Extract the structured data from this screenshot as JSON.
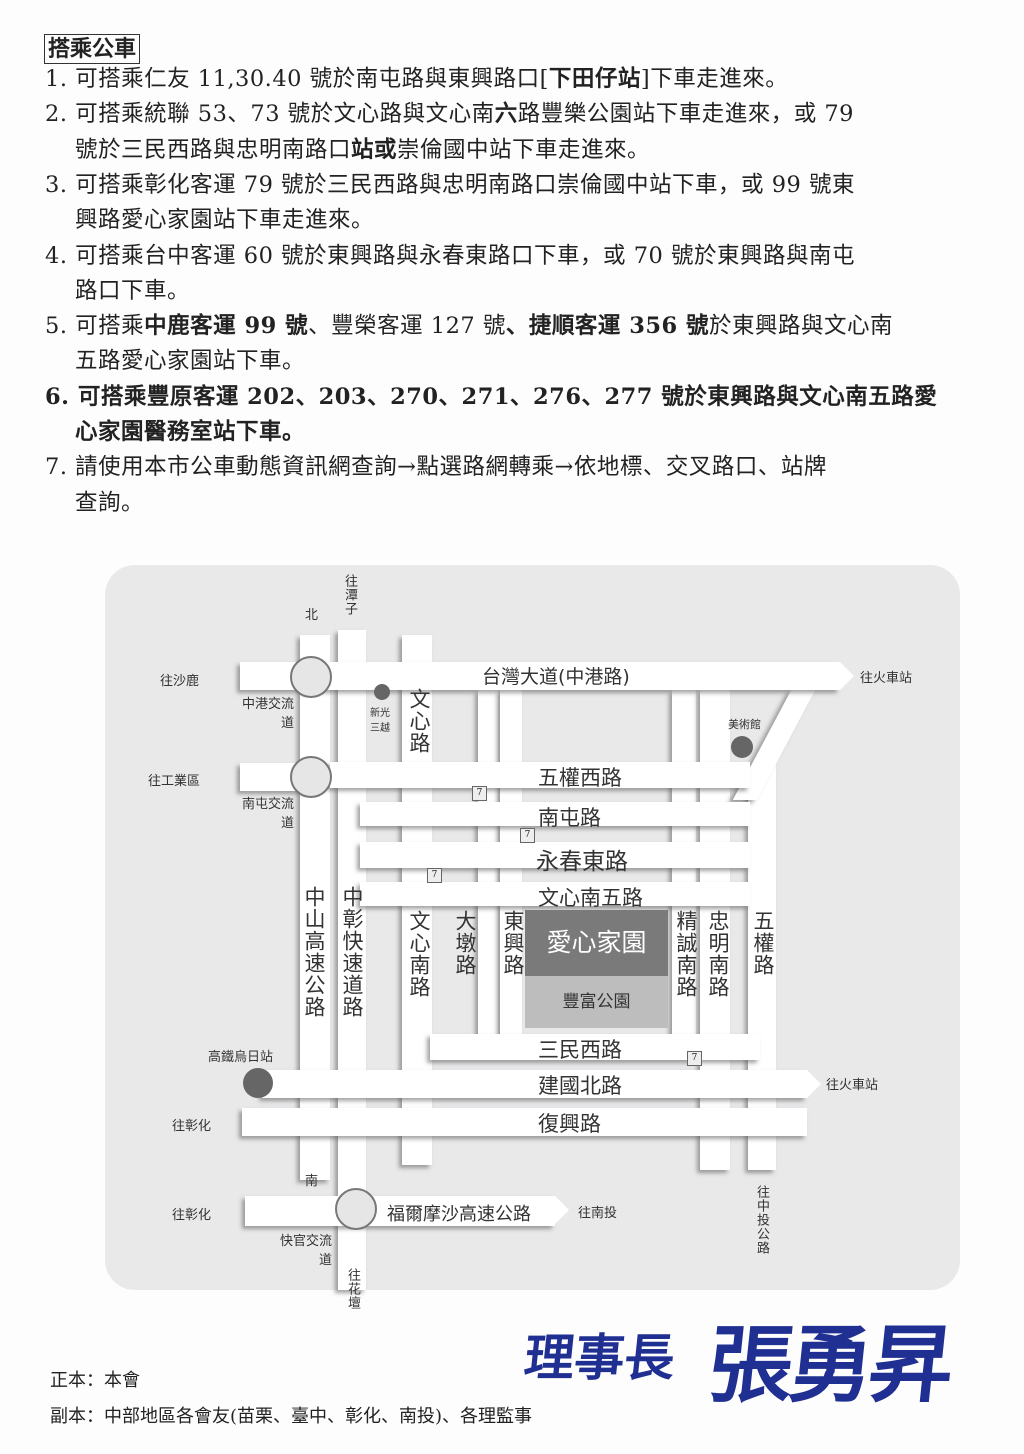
{
  "heading": "搭乘公車",
  "items": [
    {
      "lines": [
        [
          {
            "t": "1. 可搭乘仁友 11,30.40 號於南屯路與東興路口["
          },
          {
            "t": "下田仔站",
            "b": true
          },
          {
            "t": "]下車走進來。"
          }
        ]
      ]
    },
    {
      "lines": [
        [
          {
            "t": "2. 可搭乘統聯 53、73 號於文心路與文心南"
          },
          {
            "t": "六",
            "b": true
          },
          {
            "t": "路豐樂公園站下車走進來，或 79"
          }
        ],
        [
          {
            "t": "號於三民西路與忠明南路口"
          },
          {
            "t": "站或",
            "b": true
          },
          {
            "t": "崇倫國中站下車走進來。"
          }
        ]
      ]
    },
    {
      "lines": [
        [
          {
            "t": "3. 可搭乘彰化客運 79 號於三民西路與忠明南路口崇倫國中站下車，或 99 號東"
          }
        ],
        [
          {
            "t": "興路愛心家園站下車走進來。"
          }
        ]
      ]
    },
    {
      "lines": [
        [
          {
            "t": "4. 可搭乘台中客運 60 號於東興路與永春東路口下車，或 70 號於東興路與南屯"
          }
        ],
        [
          {
            "t": "路口下車。"
          }
        ]
      ]
    },
    {
      "lines": [
        [
          {
            "t": "5. 可搭乘"
          },
          {
            "t": "中鹿客運 99 號",
            "b": true
          },
          {
            "t": "、豐榮客運 127 號"
          },
          {
            "t": "、捷順客運 356 號",
            "b": true
          },
          {
            "t": "於東興路與文心南"
          }
        ],
        [
          {
            "t": "五路愛心家園站下車。"
          }
        ]
      ]
    },
    {
      "lines": [
        [
          {
            "t": "6. 可搭乘豐原客運 202、203、270、271、276、277 號於東興路與文心南五路愛",
            "b": true
          }
        ],
        [
          {
            "t": "心家園醫務室站下車。",
            "b": true
          }
        ]
      ]
    },
    {
      "lines": [
        [
          {
            "t": "7. 請使用本市公車動態資訊網查詢→點選路網轉乘→依地標、交叉路口、站牌"
          }
        ],
        [
          {
            "t": "查詢。"
          }
        ]
      ]
    }
  ],
  "map": {
    "north": "北",
    "south": "南",
    "to_tanzi": "往潭子",
    "to_shalu": "往沙鹿",
    "to_industrial": "往工業區",
    "to_station_top": "往火車站",
    "to_station_bottom": "往火車站",
    "to_changhua_1": "往彰化",
    "to_changhua_2": "往彰化",
    "to_nantou": "往南投",
    "to_huatan": "往花壇",
    "to_zhongtou": "往中投公路",
    "zhonggang_ic": "中港交流道",
    "nantun_ic": "南屯交流道",
    "kuaiguan_ic": "快官交流道",
    "shin_kong": "新光三越",
    "museum": "美術館",
    "hsr": "高鐵烏日站",
    "taiwan_blvd": "台灣大道(中港路)",
    "wuquan_w": "五權西路",
    "nantun_rd": "南屯路",
    "yongchun_e": "永春東路",
    "wenxin_s5": "文心南五路",
    "sanmin_w": "三民西路",
    "jianguo_n": "建國北路",
    "fuxing": "復興路",
    "formosa_fwy": "福爾摩沙高速公路",
    "zhongshan_fwy": "中山高速公路",
    "zhongzhang_exp": "中彰快速道路",
    "wenxin_rd": "文心路",
    "wenxin_s": "文心南路",
    "dadun": "大墩路",
    "dongxing": "東興路",
    "jingcheng_s": "精誠南路",
    "zhongming_s": "忠明南路",
    "wuquan_rd": "五權路",
    "destination": "愛心家園",
    "park": "豐富公園",
    "bus_sign": "7"
  },
  "signature": {
    "title": "理事長",
    "name": "張勇昇",
    "color": "#1f2f92"
  },
  "footer": {
    "original": "正本：本會",
    "copy": "副本：中部地區各會友(苗栗、臺中、彰化、南投)、各理監事"
  }
}
